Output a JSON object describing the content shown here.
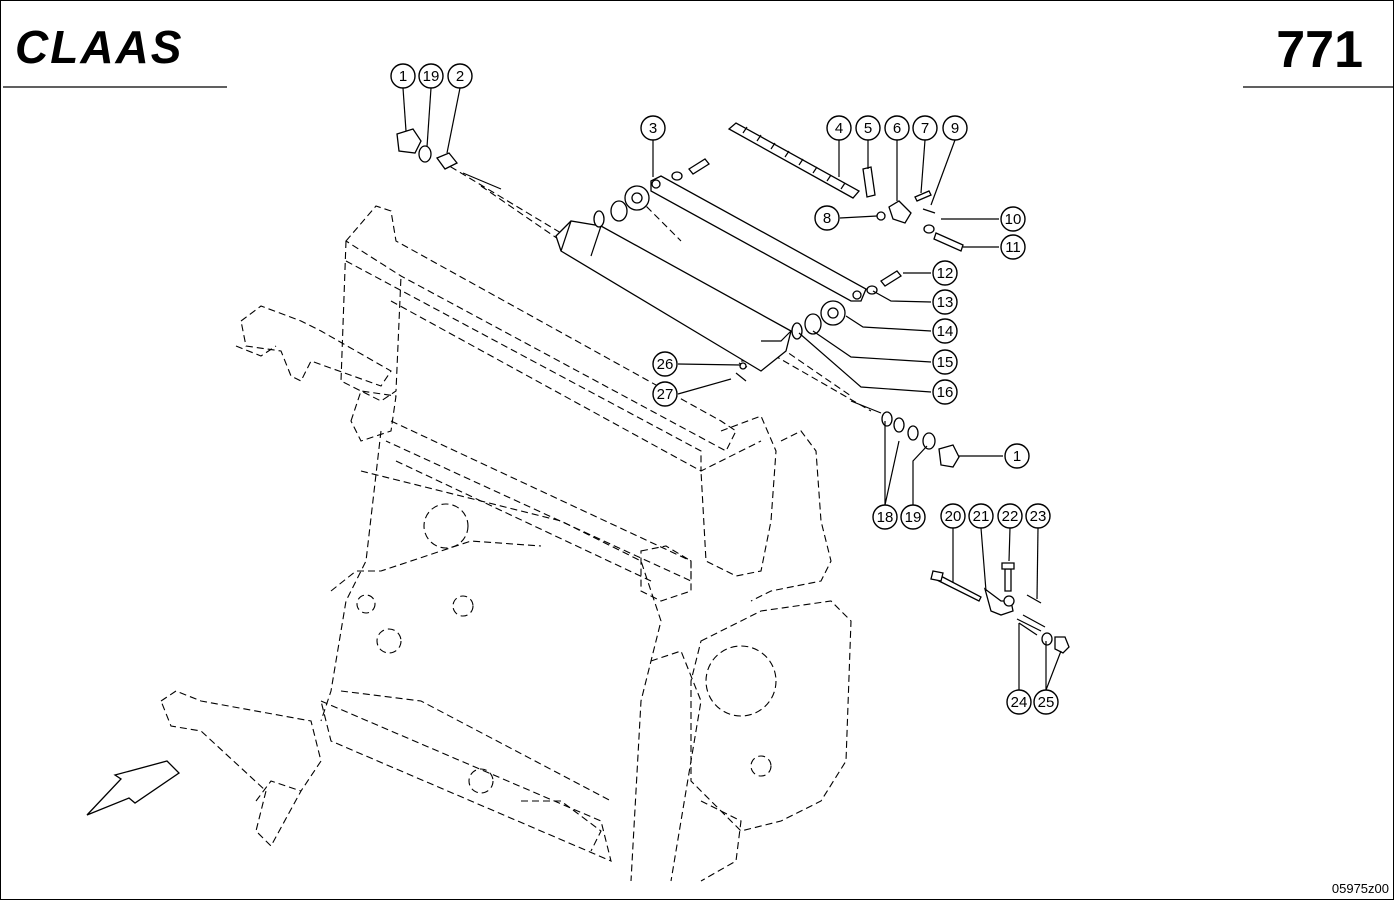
{
  "header": {
    "brand": "CLAAS",
    "page_number": "771"
  },
  "footer": {
    "drawing_number": "05975z00"
  },
  "callouts": [
    "1",
    "19",
    "2",
    "3",
    "4",
    "5",
    "6",
    "7",
    "9",
    "8",
    "10",
    "11",
    "12",
    "13",
    "14",
    "15",
    "16",
    "26",
    "27",
    "1",
    "18",
    "19",
    "20",
    "21",
    "22",
    "23",
    "24",
    "25"
  ]
}
